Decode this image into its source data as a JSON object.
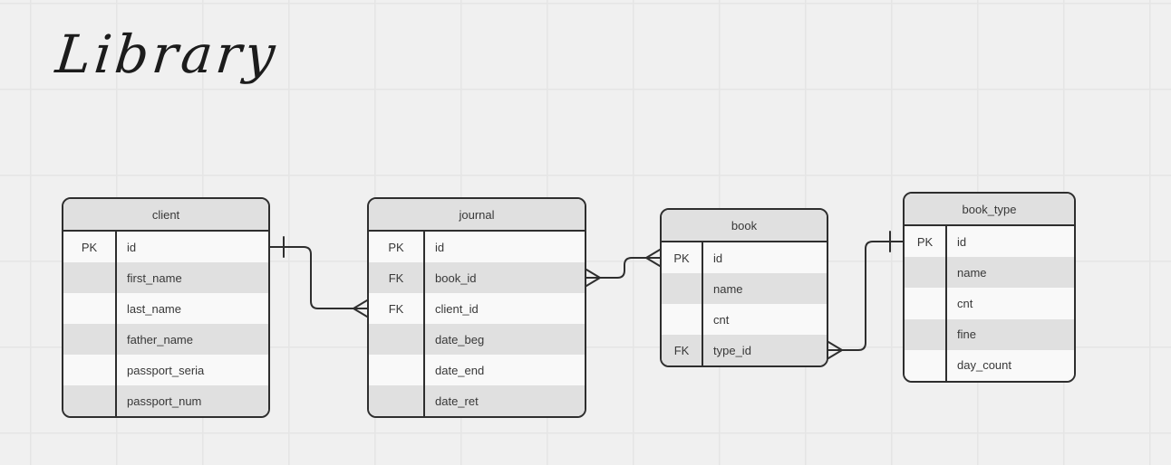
{
  "title": "Library",
  "canvas": {
    "background_color": "#f0f0f0",
    "grid_line_color": "#e5e5e5",
    "table_border_color": "#2e2e2e",
    "header_fill_color": "#e0e0e0",
    "stripe_fill_color": "#e0e0e0",
    "row_fill_color": "#f9f9f9"
  },
  "tables": {
    "client": {
      "title": "client",
      "rows": [
        {
          "key": "PK",
          "field": "id"
        },
        {
          "key": "",
          "field": "first_name"
        },
        {
          "key": "",
          "field": "last_name"
        },
        {
          "key": "",
          "field": "father_name"
        },
        {
          "key": "",
          "field": "passport_seria"
        },
        {
          "key": "",
          "field": "passport_num"
        }
      ]
    },
    "journal": {
      "title": "journal",
      "rows": [
        {
          "key": "PK",
          "field": "id"
        },
        {
          "key": "FK",
          "field": "book_id"
        },
        {
          "key": "FK",
          "field": "client_id"
        },
        {
          "key": "",
          "field": "date_beg"
        },
        {
          "key": "",
          "field": "date_end"
        },
        {
          "key": "",
          "field": "date_ret"
        }
      ]
    },
    "book": {
      "title": "book",
      "rows": [
        {
          "key": "PK",
          "field": "id"
        },
        {
          "key": "",
          "field": "name"
        },
        {
          "key": "",
          "field": "cnt"
        },
        {
          "key": "FK",
          "field": "type_id"
        }
      ]
    },
    "book_type": {
      "title": "book_type",
      "rows": [
        {
          "key": "PK",
          "field": "id"
        },
        {
          "key": "",
          "field": "name"
        },
        {
          "key": "",
          "field": "cnt"
        },
        {
          "key": "",
          "field": "fine"
        },
        {
          "key": "",
          "field": "day_count"
        }
      ]
    }
  },
  "relationships": [
    {
      "from_table": "client",
      "from_field": "id",
      "from_cardinality": "one",
      "to_table": "journal",
      "to_field": "client_id",
      "to_cardinality": "many"
    },
    {
      "from_table": "journal",
      "from_field": "book_id",
      "from_cardinality": "many",
      "to_table": "book",
      "to_field": "id",
      "to_cardinality": "many"
    },
    {
      "from_table": "book",
      "from_field": "type_id",
      "from_cardinality": "many",
      "to_table": "book_type",
      "to_field": "id",
      "to_cardinality": "one"
    }
  ]
}
